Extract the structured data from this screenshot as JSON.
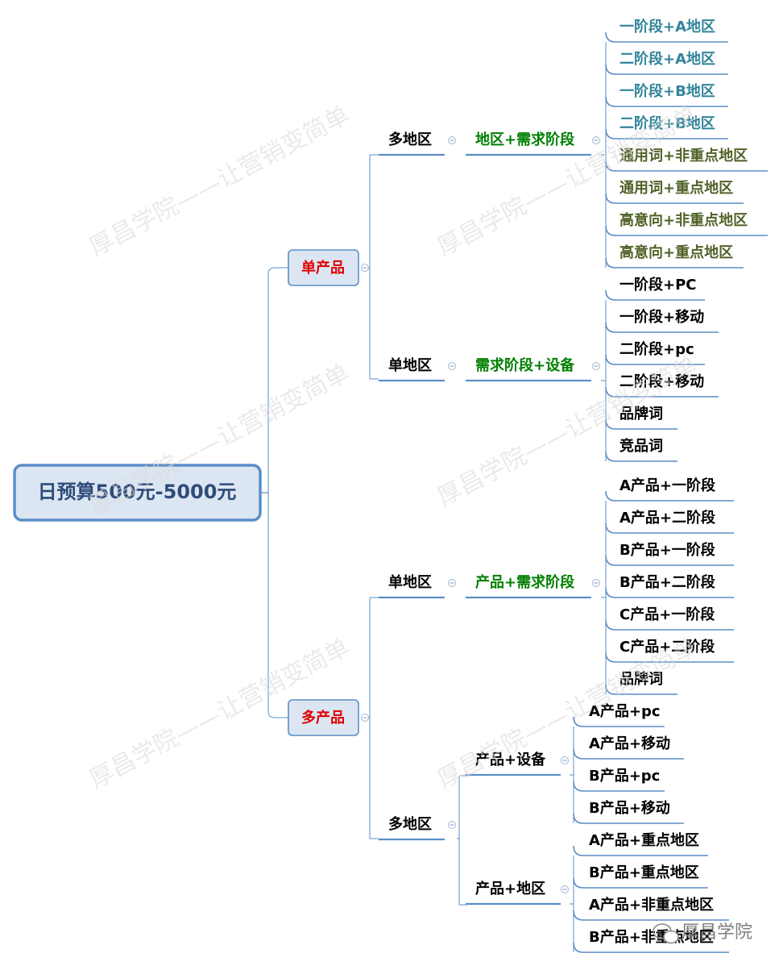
{
  "root": {
    "label": "日预算500元-5000元"
  },
  "branches": [
    {
      "label": "单产品",
      "children": [
        {
          "label": "多地区",
          "sub": {
            "label": "地区+需求阶段",
            "items": [
              "一阶段+A地区",
              "二阶段+A地区",
              "一阶段+B地区",
              "二阶段+B地区",
              "通用词+非重点地区",
              "通用词+重点地区",
              "高意向+非重点地区",
              "高意向+重点地区"
            ]
          }
        },
        {
          "label": "单地区",
          "sub": {
            "label": "需求阶段+设备",
            "items": [
              "一阶段+PC",
              "一阶段+移动",
              "二阶段+pc",
              "二阶段+移动",
              "品牌词",
              "竞品词"
            ]
          }
        }
      ]
    },
    {
      "label": "多产品",
      "children": [
        {
          "label": "单地区",
          "sub": {
            "label": "产品+需求阶段",
            "items": [
              "A产品+一阶段",
              "A产品+二阶段",
              "B产品+一阶段",
              "B产品+二阶段",
              "C产品+一阶段",
              "C产品+二阶段",
              "品牌词"
            ]
          }
        },
        {
          "label": "多地区",
          "groups": [
            {
              "label": "产品+设备",
              "items": [
                "A产品+pc",
                "A产品+移动",
                "B产品+pc",
                "B产品+移动"
              ]
            },
            {
              "label": "产品+地区",
              "items": [
                "A产品+重点地区",
                "B产品+重点地区",
                "A产品+非重点地区",
                "B产品+非重点地区"
              ]
            }
          ]
        }
      ]
    }
  ],
  "watermark": {
    "text": "厚昌学院——让营销变简单"
  },
  "logo": {
    "text": "厚昌学院"
  },
  "colors": {
    "branch_line": "#5b8ec7",
    "root_border": "#5b8ec7",
    "root_fill": "#dce6f2",
    "root_text": "#2e4c7a",
    "branch_fill": "#dce6f2",
    "branch_text": "#e00000",
    "category_text": "#008000",
    "leaf_teal": "#31849b",
    "leaf_olive": "#4f6228",
    "leaf_black": "#000000"
  }
}
